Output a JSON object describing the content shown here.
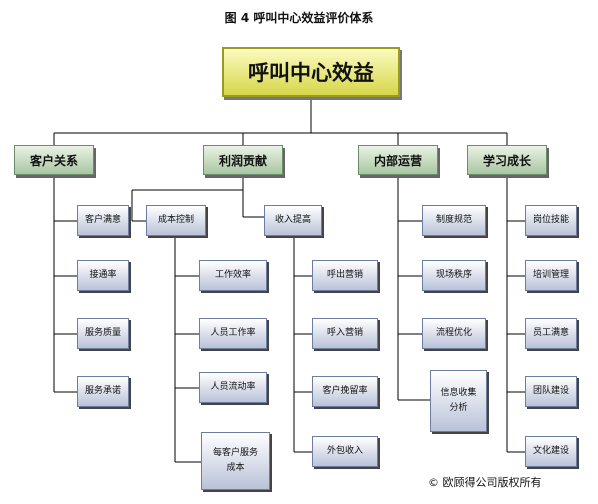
{
  "title": "图 4 呼叫中心效益评价体系",
  "root": "呼叫中心效益",
  "categories": [
    {
      "label": "客户关系",
      "items": [
        "客户满意",
        "接通率",
        "服务质量",
        "服务承诺"
      ]
    },
    {
      "label": "利润贡献",
      "subgroups": [
        {
          "label": "成本控制",
          "items": [
            "工作效率",
            "人员工作率",
            "人员流动率",
            "每客户服务成本"
          ]
        },
        {
          "label": "收入提高",
          "items": [
            "呼出营销",
            "呼入营销",
            "客户挽留率",
            "外包收入"
          ]
        }
      ]
    },
    {
      "label": "内部运营",
      "items": [
        "制度规范",
        "现场秩序",
        "流程优化",
        "信息收集分析"
      ]
    },
    {
      "label": "学习成长",
      "items": [
        "岗位技能",
        "培训管理",
        "员工满意",
        "团队建设",
        "文化建设"
      ]
    }
  ],
  "copyright": "© 欧顾得公司版权所有"
}
